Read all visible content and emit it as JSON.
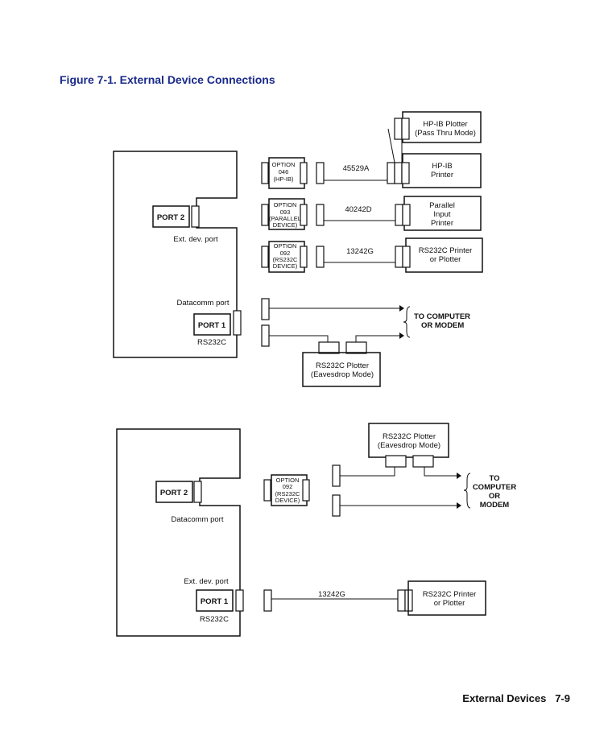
{
  "figure_title": "Figure 7-1.  External Device Connections",
  "footer": "External Devices   7-9",
  "top": {
    "port2": "PORT 2",
    "ext_dev_port": "Ext. dev. port",
    "datacomm_port": "Datacomm port",
    "port1": "PORT 1",
    "rs232c": "RS232C",
    "opt046": [
      "OPTION",
      "046",
      "(HP-IB)"
    ],
    "opt093": [
      "OPTION",
      "093",
      "(PARALLEL",
      "DEVICE)"
    ],
    "opt092": [
      "OPTION",
      "092",
      "(RS232C",
      "DEVICE)"
    ],
    "cable1": "45529A",
    "cable2": "40242D",
    "cable3": "13242G",
    "hpib_plotter": [
      "HP-IB Plotter",
      "(Pass Thru Mode)"
    ],
    "hpib_printer": [
      "HP-IB",
      "Printer"
    ],
    "parallel_printer": [
      "Parallel",
      "Input",
      "Printer"
    ],
    "rs232_printer": [
      "RS232C Printer",
      "or Plotter"
    ],
    "to_computer": [
      "TO COMPUTER",
      "OR MODEM"
    ],
    "eaves_plotter": [
      "RS232C Plotter",
      "(Eavesdrop Mode)"
    ]
  },
  "bottom": {
    "port2": "PORT 2",
    "datacomm_port": "Datacomm port",
    "ext_dev_port": "Ext. dev. port",
    "port1": "PORT 1",
    "rs232c": "RS232C",
    "opt092": [
      "OPTION",
      "092",
      "(RS232C",
      "DEVICE)"
    ],
    "eaves_plotter": [
      "RS232C Plotter",
      "(Eavesdrop Mode)"
    ],
    "to_computer": [
      "TO",
      "COMPUTER",
      "OR",
      "MODEM"
    ],
    "cable": "13242G",
    "rs232_printer": [
      "RS232C Printer",
      "or Plotter"
    ]
  }
}
